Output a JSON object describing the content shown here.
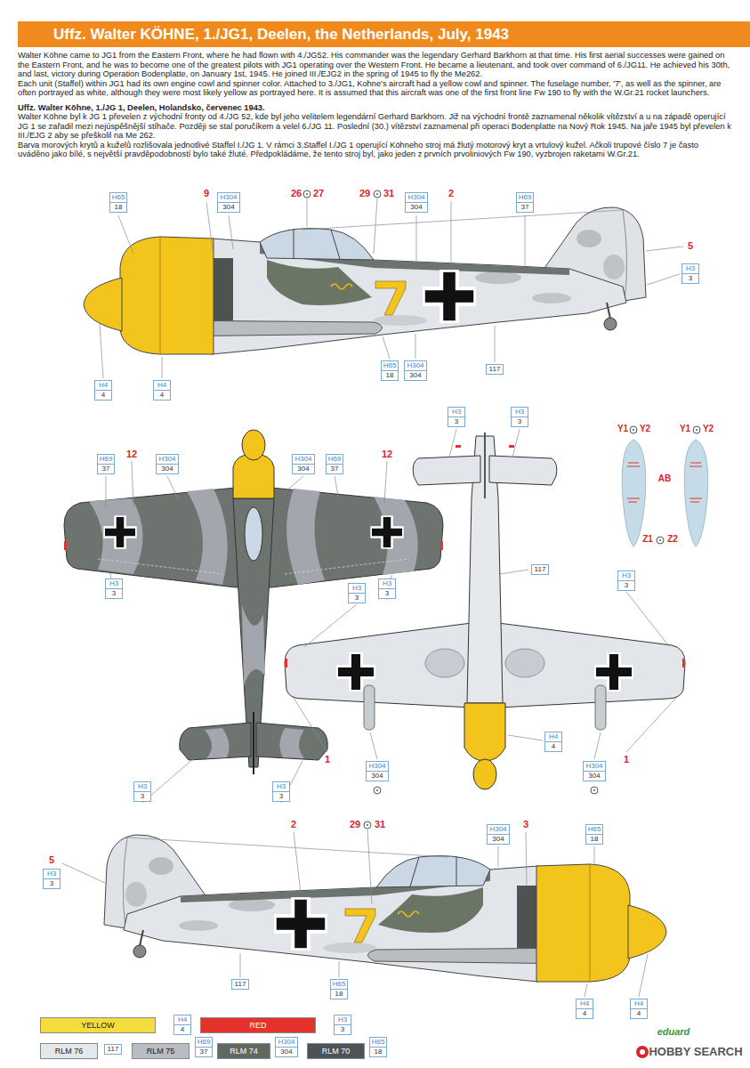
{
  "diagram": {
    "title": "Uffz. Walter KÖHNE, 1./JG1, Deelen, the Netherlands, July, 1943",
    "nodes": [
      {
        "text": [
          "H65",
          "18"
        ]
      },
      {
        "text": [
          "H304",
          "304"
        ]
      },
      {
        "text": [
          "H304",
          "304"
        ]
      },
      {
        "text": [
          "H69",
          "37"
        ]
      },
      {
        "text": [
          "H3",
          "3"
        ]
      },
      {
        "text": [
          "H4",
          "4"
        ]
      },
      {
        "text": [
          "H4",
          "4"
        ]
      },
      {
        "text": [
          "H65",
          "18"
        ]
      },
      {
        "text": [
          "H304",
          "304"
        ]
      },
      {
        "text": [
          "117"
        ]
      },
      {
        "text": [
          "H69",
          "37"
        ]
      },
      {
        "text": [
          "H304",
          "304"
        ]
      },
      {
        "text": [
          "H304",
          "304"
        ]
      },
      {
        "text": [
          "H69",
          "37"
        ]
      },
      {
        "text": [
          "H3",
          "3"
        ]
      },
      {
        "text": [
          "H3",
          "3"
        ]
      },
      {
        "text": [
          "H3",
          "3"
        ]
      },
      {
        "text": [
          "H3",
          "3"
        ]
      },
      {
        "text": [
          "H3",
          "3"
        ]
      },
      {
        "text": [
          "H3",
          "3"
        ]
      },
      {
        "text": [
          "117"
        ]
      },
      {
        "text": [
          "H3",
          "3"
        ]
      },
      {
        "text": [
          "H3",
          "3"
        ]
      },
      {
        "text": [
          "H4",
          "4"
        ]
      },
      {
        "text": [
          "H304",
          "304"
        ]
      },
      {
        "text": [
          "H304",
          "304"
        ]
      },
      {
        "text": [
          "H3",
          "3"
        ]
      },
      {
        "text": [
          "H304",
          "304"
        ]
      },
      {
        "text": [
          "H65",
          "18"
        ]
      },
      {
        "text": [
          "117"
        ]
      },
      {
        "text": [
          "H65",
          "18"
        ]
      },
      {
        "text": [
          "H4",
          "4"
        ]
      },
      {
        "text": [
          "H4",
          "4"
        ]
      },
      {
        "text": [
          "H4",
          "4"
        ]
      },
      {
        "text": [
          "H3",
          "3"
        ]
      },
      {
        "text": [
          "117"
        ]
      },
      {
        "text": [
          "H69",
          "37"
        ]
      },
      {
        "text": [
          "H304",
          "304"
        ]
      },
      {
        "text": [
          "H65",
          "18"
        ]
      }
    ],
    "labels": [
      "Walter Köhne came to JG1 from the Eastern Front, where he had flown with 4./JG52. His commander was the legendary Gerhard Barkhorn at that time. His first aerial successes were gained on the Eastern Front, and he was to become one of the greatest pilots with JG1 operating over the Western Front. He became a lieutenant, and took over command of 6./JG11. He achieved his 30th, and last, victory during Operation Bodenplatte, on January 1st, 1945. He joined III./EJG2 in the spring of 1945 to fly the Me262.",
      "Each unit (Staffel) within JG1 had its own engine cowl and spinner color. Attached to 3./JG1, Kohne's aircraft had a yellow cowl and spinner. The fuselage number, '7', as well as the spinner, are often portrayed as white, although they were most likely yellow as portrayed here. It is assumed that this aircraft was one of the first front line Fw 190 to fly with the W.Gr.21 rocket launchers.",
      "Uffz. Walter Köhne, 1./JG 1, Deelen, Holandsko, červenec 1943.",
      "Walter Köhne byl k JG 1 převelen z východní fronty od 4./JG 52, kde byl jeho velitelem legendární Gerhard Barkhorn. Již na východní frontě zaznamenal několik vítězství a u na západě operující JG 1 se zařadil mezi nejúspěšnější stíhače. Později se stal poručíkem a velel 6./JG 11. Poslední (30.) vítězství zaznamenal při operaci Bodenplatte na Nový Rok 1945. Na jaře 1945 byl převelen k III./EJG 2 aby se přeškolil na Me 262.",
      "Barva morových krytů a kuželů rozlišovala jednotlivé Staffel I./JG 1. V rámci 3.Staffel I./JG 1 operující Köhneho stroj má žlutý motorový kryt a vrtulový kužel. Ačkoli trupové číslo 7 je často uváděno jako bílé, s největší pravděpodobností bylo také žluté. Předpokládáme, že tento stroj byl, jako jeden z prvních prvoliniových Fw 190, vyzbrojen raketami W.Gr.21.",
      "9",
      "26",
      "27",
      "29",
      "31",
      "2",
      "5",
      "12",
      "12",
      "Y1",
      "Y2",
      "Y1",
      "Y2",
      "AB",
      "Z1",
      "Z2",
      "1",
      "1",
      "5",
      "2",
      "29",
      "31",
      "3",
      "eduard",
      "HOBBY SEARCH"
    ],
    "legend": [
      {
        "text": "YELLOW",
        "color": "#f4dc3c"
      },
      {
        "text": "RED",
        "color": "#e5322d"
      },
      {
        "text": "RLM 76",
        "color": "#e3e8ec"
      },
      {
        "text": "RLM 75",
        "color": "#b9bcc2"
      },
      {
        "text": "RLM 74",
        "color": "#5f6861"
      },
      {
        "text": "RLM 70",
        "color": "#4b5258"
      }
    ]
  }
}
